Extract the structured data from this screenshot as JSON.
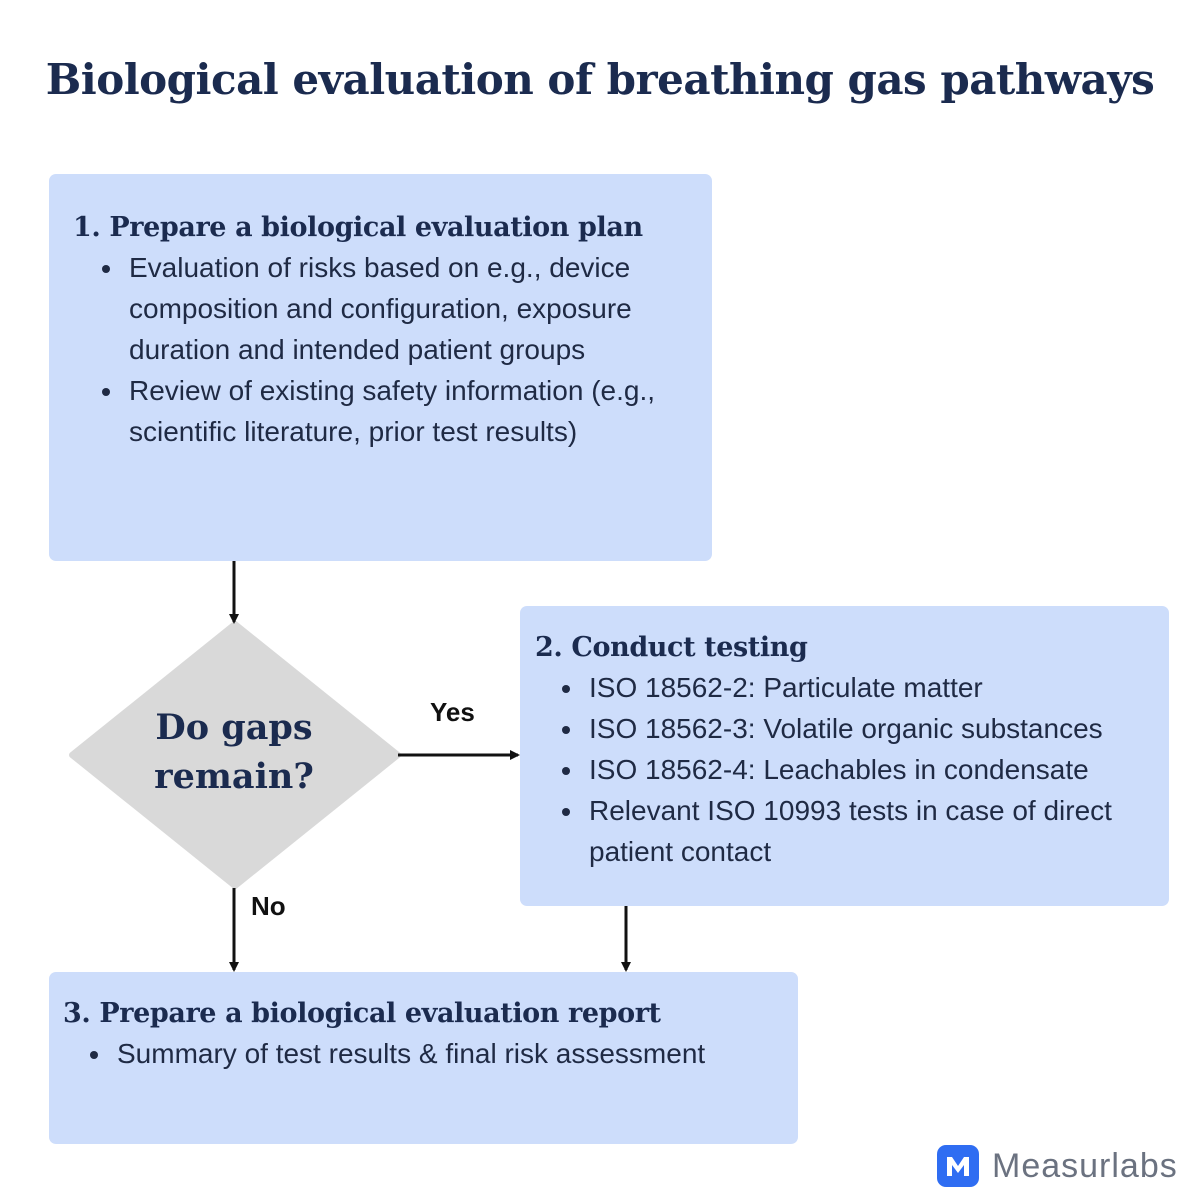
{
  "title": "Biological evaluation of breathing gas pathways",
  "steps": [
    {
      "heading": "1. Prepare a biological evaluation plan",
      "bullets": [
        "Evaluation of risks based on e.g., device composition and configuration, exposure duration and intended patient groups",
        "Review of existing safety information (e.g., scientific literature, prior test results)"
      ]
    },
    {
      "heading": "2. Conduct testing",
      "bullets": [
        "ISO 18562-2: Particulate matter",
        "ISO 18562-3: Volatile organic substances",
        "ISO 18562-4: Leachables in condensate",
        "Relevant ISO 10993 tests in case of direct patient contact"
      ]
    },
    {
      "heading": "3. Prepare a biological evaluation report",
      "bullets": [
        "Summary of test results & final risk assessment"
      ]
    }
  ],
  "decision": {
    "line1": "Do gaps",
    "line2": "remain?",
    "yes_label": "Yes",
    "no_label": "No"
  },
  "brand": {
    "name": "Measurlabs",
    "icon": "measurlabs-logo-icon",
    "color": "#2f6df2"
  },
  "colors": {
    "box_fill": "#cdddfb",
    "diamond_fill": "#d9d9d9",
    "heading": "#1b2b4f"
  }
}
